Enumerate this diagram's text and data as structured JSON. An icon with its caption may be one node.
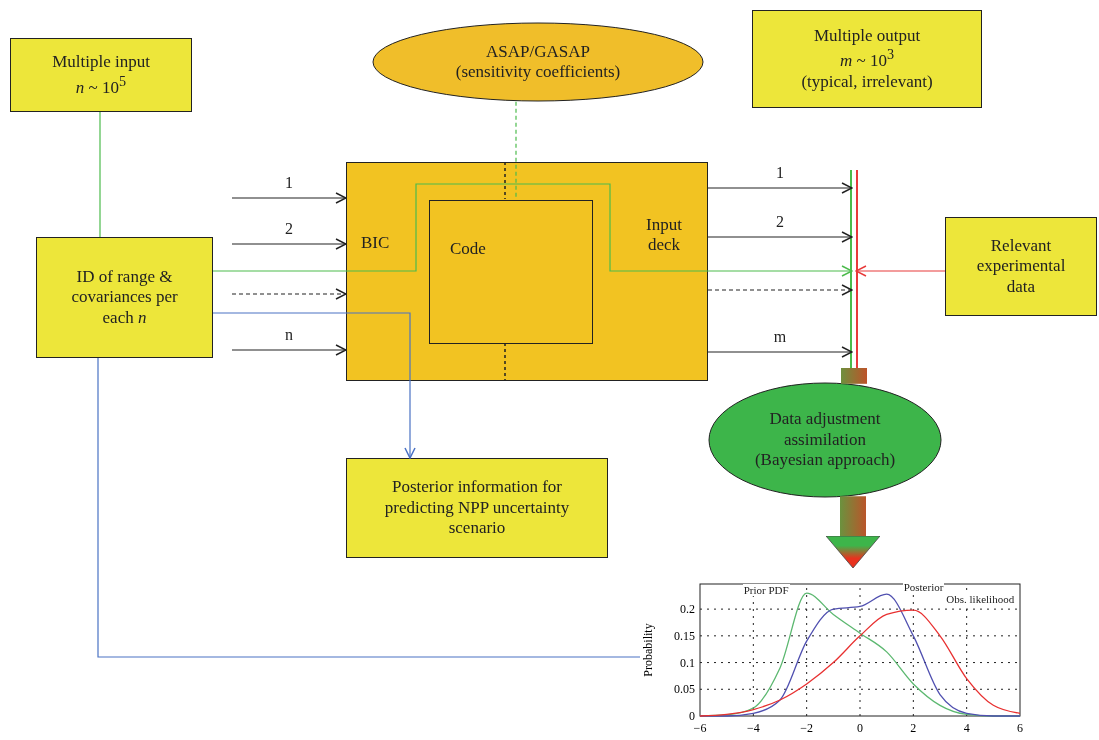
{
  "diagram": {
    "nodes": [
      {
        "text": [
          "Multiple input",
          "*n* ~ 10$^{5}$"
        ]
      },
      {
        "text": [
          "ASAP/GASAP",
          "(sensitivity coefficients)"
        ]
      },
      {
        "text": [
          "Multiple output",
          "*m* ~ 10$^{3}$",
          "(typical, irrelevant)"
        ]
      },
      {
        "text": [
          "ID of range & covariances per each *n*"
        ]
      },
      {
        "text": [
          "BIC",
          "Input deck"
        ]
      },
      {
        "text": [
          "Code"
        ],
        "in": 4
      },
      {
        "text": [
          "Relevant experimental data"
        ]
      },
      {
        "text": [
          "Data adjustment assimilation (Bayesian approach)"
        ]
      },
      {
        "text": [
          "Posterior information for predicting NPP uncertainty scenario"
        ]
      },
      {
        "text": [],
        "shape": "bar"
      },
      {
        "text": [],
        "shape": "chart"
      }
    ],
    "edges": [
      {
        "from": 0,
        "to": 3,
        "arrow": "none",
        "color": "#4cbb4c"
      },
      {
        "from": 1,
        "to": 5,
        "arrow": "none",
        "style": "dashed",
        "color": "#4cbb4c"
      },
      {
        "from": null,
        "to": 4,
        "arrow": "to",
        "label": "1"
      },
      {
        "from": null,
        "to": 4,
        "arrow": "to",
        "label": "2"
      },
      {
        "from": null,
        "to": 4,
        "arrow": "to",
        "style": "dashed"
      },
      {
        "from": null,
        "to": 4,
        "arrow": "to",
        "label": "n"
      },
      {
        "from": 3,
        "to": 9,
        "arrow": "to",
        "color": "#4cbb4c"
      },
      {
        "from": 3,
        "to": 8,
        "arrow": "to",
        "color": "#4a72c4"
      },
      {
        "from": 3,
        "to": 10,
        "arrow": "none",
        "color": "#4a72c4"
      },
      {
        "from": 4,
        "to": 9,
        "arrow": "to",
        "label": "1"
      },
      {
        "from": 4,
        "to": 9,
        "arrow": "to",
        "label": "2"
      },
      {
        "from": 4,
        "to": 9,
        "arrow": "to",
        "style": "dashed"
      },
      {
        "from": 4,
        "to": 9,
        "arrow": "to",
        "label": "m"
      },
      {
        "from": 6,
        "to": 9,
        "arrow": "to",
        "color": "#e83a3a"
      },
      {
        "from": 9,
        "to": 7,
        "arrow": "none",
        "style": "thick"
      },
      {
        "from": 7,
        "to": 10,
        "arrow": "to",
        "style": "thick"
      }
    ],
    "chart_data": {
      "type": "line",
      "ylabel": "Probability",
      "x": [
        -6,
        -5,
        -4,
        -3,
        -2,
        -1,
        0,
        1,
        2,
        3,
        4,
        5,
        6
      ],
      "series": [
        {
          "name": "Prior PDF",
          "color": "#5cb870",
          "values": [
            0,
            0.002,
            0.015,
            0.09,
            0.23,
            0.19,
            0.155,
            0.12,
            0.06,
            0.02,
            0.003,
            0,
            0
          ]
        },
        {
          "name": "Posterior",
          "color": "#5050b0",
          "values": [
            0,
            0,
            0.005,
            0.03,
            0.14,
            0.2,
            0.205,
            0.228,
            0.15,
            0.04,
            0.005,
            0,
            0
          ]
        },
        {
          "name": "Obs. likelihood",
          "color": "#e83030",
          "values": [
            0,
            0.003,
            0.012,
            0.03,
            0.06,
            0.1,
            0.15,
            0.19,
            0.198,
            0.15,
            0.07,
            0.02,
            0.005
          ]
        }
      ],
      "xlim": [
        -6,
        6
      ],
      "ylim": [
        0,
        0.247
      ],
      "xticks": [
        {
          "value": -6,
          "label": "−6"
        },
        {
          "value": -4,
          "label": "−4"
        },
        {
          "value": -2,
          "label": "−2"
        },
        0,
        2,
        4,
        6
      ],
      "yticks": [
        0,
        0.05,
        0.1,
        0.15,
        0.2
      ],
      "grid": true
    }
  }
}
